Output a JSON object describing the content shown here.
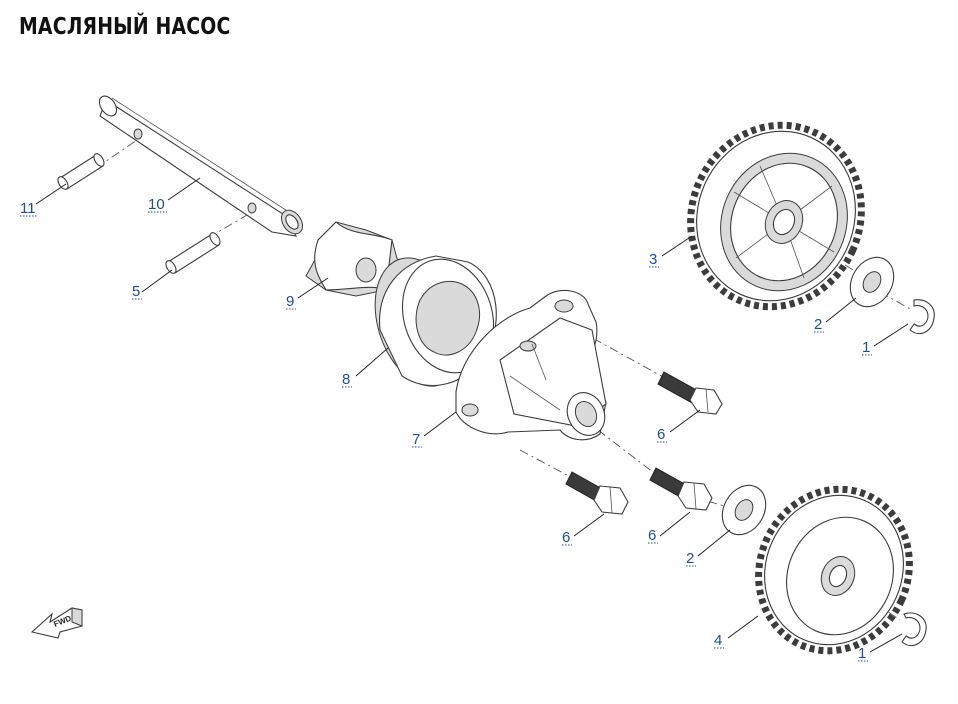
{
  "title": "МАСЛЯНЫЙ НАСОС",
  "callouts": {
    "c1a": "1",
    "c1b": "1",
    "c2a": "2",
    "c2b": "2",
    "c3": "3",
    "c4": "4",
    "c5": "5",
    "c6a": "6",
    "c6b": "6",
    "c6c": "6",
    "c7": "7",
    "c8": "8",
    "c9": "9",
    "c10": "10",
    "c11": "11"
  },
  "fwd_label": "FWD",
  "colors": {
    "callout": "#1f4e96",
    "line": "#3c3c3c"
  }
}
